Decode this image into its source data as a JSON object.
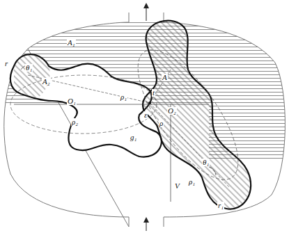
{
  "diagram": {
    "labels": [
      "A₁",
      "A",
      "r",
      "θ₁",
      "A₂",
      "O₁",
      "ρ₁",
      "t",
      "ε",
      "ρ₂",
      "g₁",
      "O₂",
      "ρ",
      "θ₁",
      "ρ₁",
      "V",
      "r₁"
    ]
  }
}
